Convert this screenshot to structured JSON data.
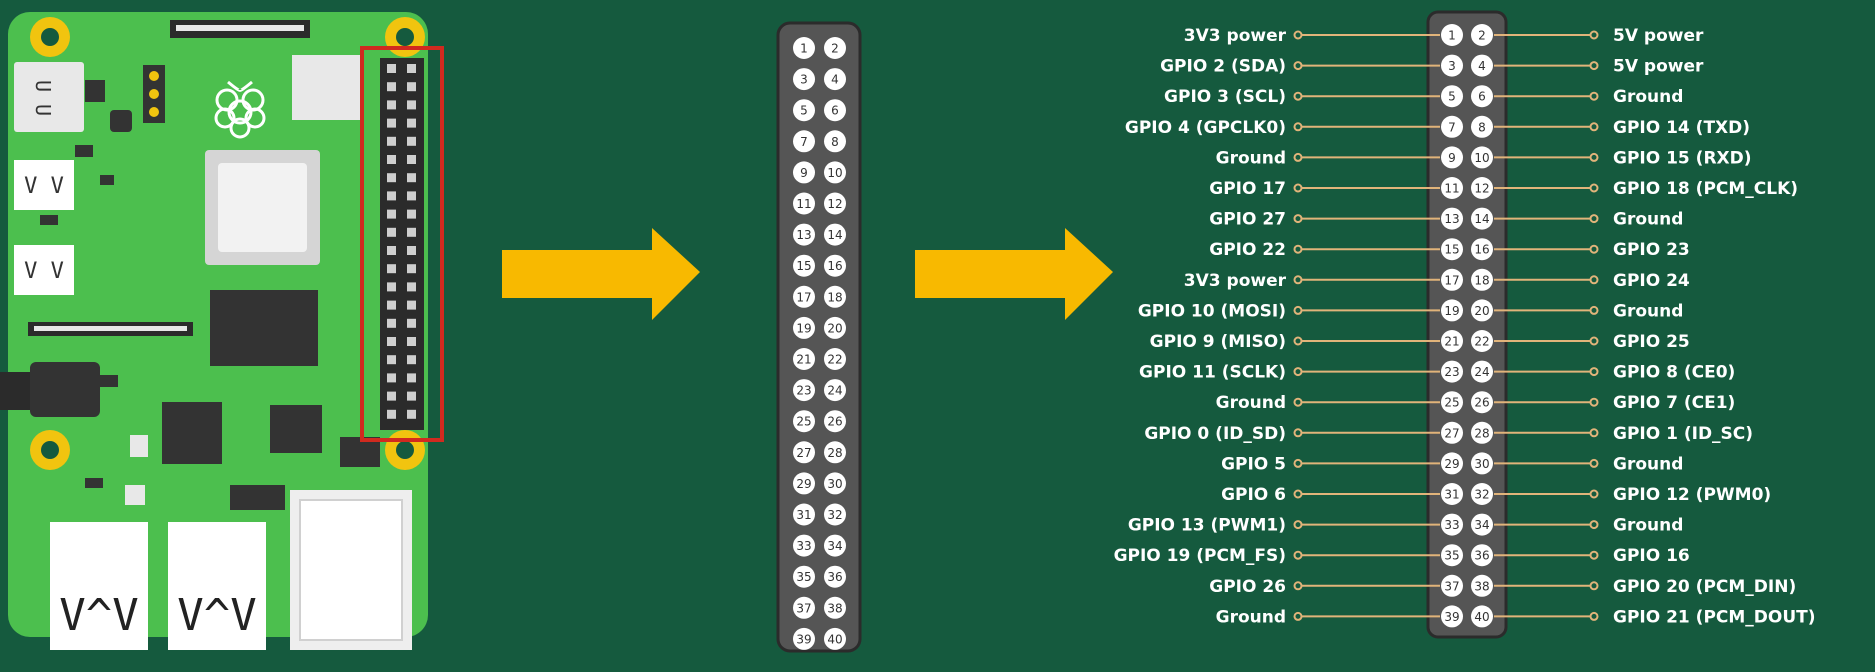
{
  "colors": {
    "background": "#155a3e",
    "board": "#4cbf4e",
    "board_dark": "#3a9c3f",
    "header_box": "#d12a1f",
    "arrow": "#f8b900",
    "header_strip": "#555555",
    "wire": "#e1b47a",
    "label": "#ffffff"
  },
  "board": {
    "usb_port_1_label": "V^V",
    "usb_port_2_label": "V^V",
    "side_port_1_label": "V V",
    "side_port_2_label": "V V",
    "usb_c_label": "U U"
  },
  "header": {
    "pin_count": 40
  },
  "pinout": {
    "left_labels": [
      "3V3 power",
      "GPIO 2 (SDA)",
      "GPIO 3 (SCL)",
      "GPIO 4 (GPCLK0)",
      "Ground",
      "GPIO 17",
      "GPIO 27",
      "GPIO 22",
      "3V3 power",
      "GPIO 10 (MOSI)",
      "GPIO 9 (MISO)",
      "GPIO 11 (SCLK)",
      "Ground",
      "GPIO 0 (ID_SD)",
      "GPIO 5",
      "GPIO 6",
      "GPIO 13 (PWM1)",
      "GPIO 19 (PCM_FS)",
      "GPIO 26",
      "Ground"
    ],
    "right_labels": [
      "5V power",
      "5V power",
      "Ground",
      "GPIO 14 (TXD)",
      "GPIO 15 (RXD)",
      "GPIO 18 (PCM_CLK)",
      "Ground",
      "GPIO 23",
      "GPIO 24",
      "Ground",
      "GPIO 25",
      "GPIO 8 (CE0)",
      "GPIO 7 (CE1)",
      "GPIO 1 (ID_SC)",
      "Ground",
      "GPIO 12 (PWM0)",
      "Ground",
      "GPIO 16",
      "GPIO 20 (PCM_DIN)",
      "GPIO 21 (PCM_DOUT)"
    ]
  }
}
